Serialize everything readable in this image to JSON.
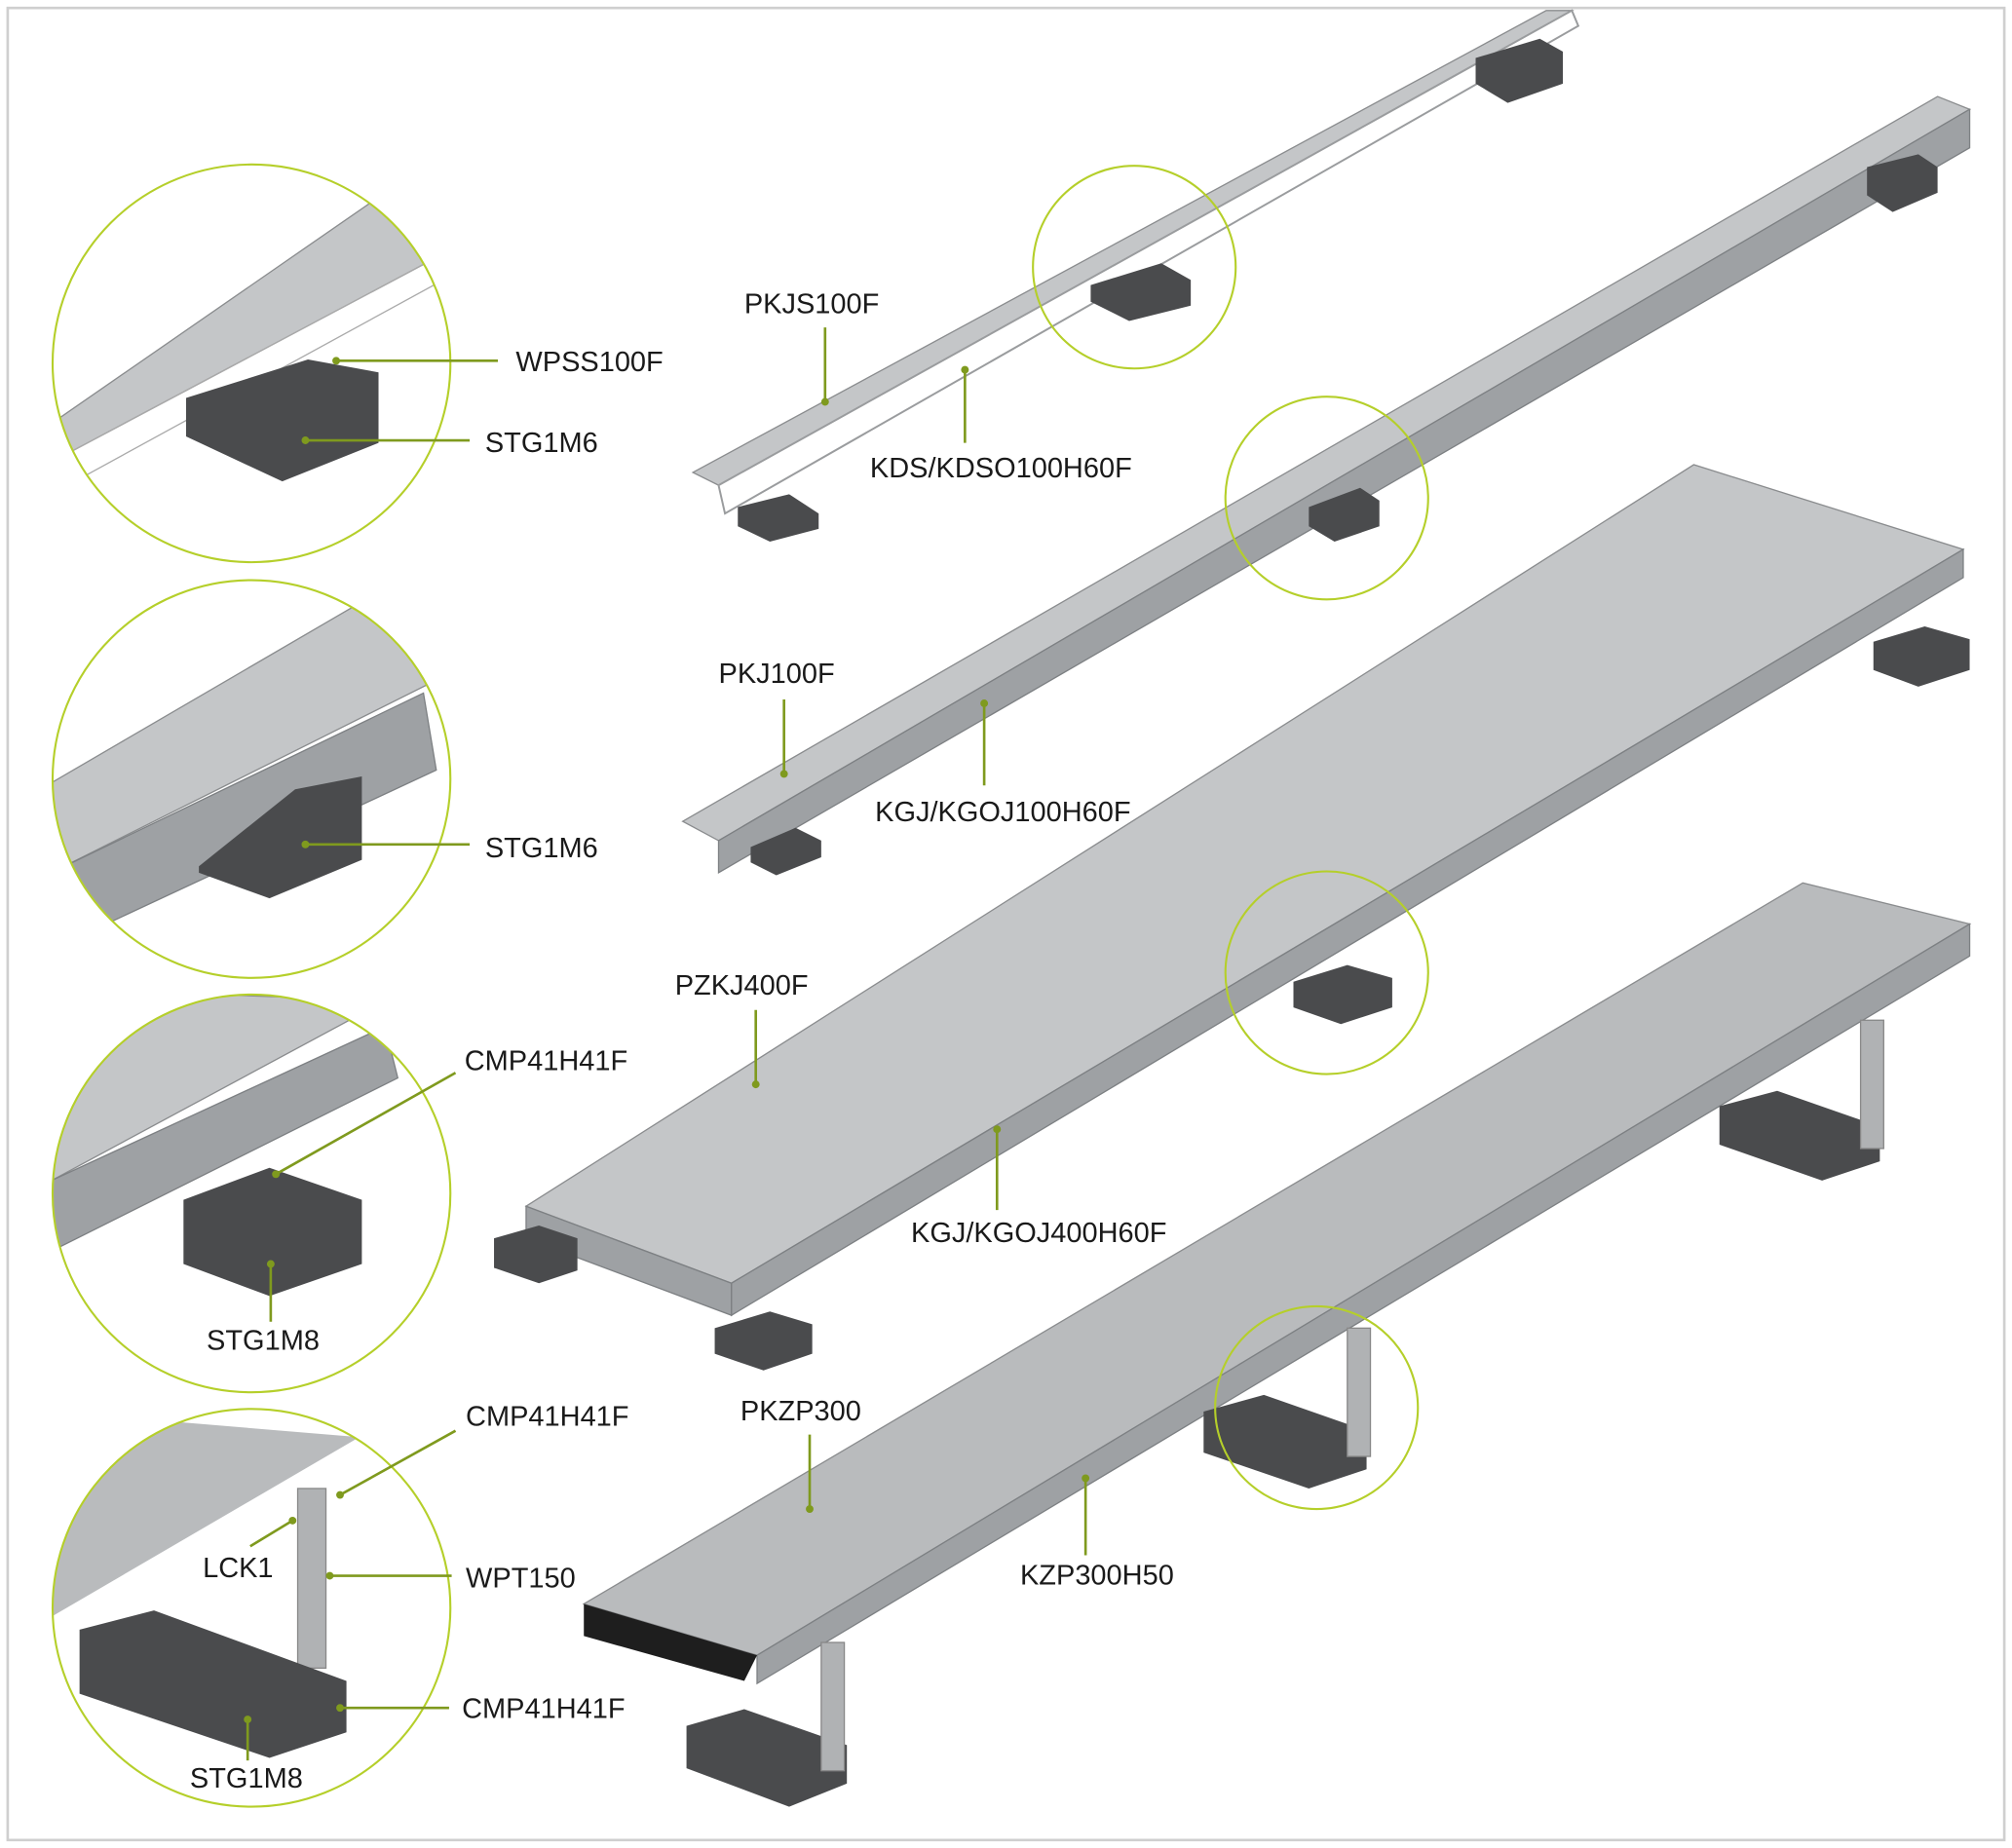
{
  "colors": {
    "accent_ring": "#b5cf2a",
    "leader": "#7f9a1e",
    "block": "#4a4b4d",
    "tray": "#c4c6c8"
  },
  "labels": {
    "pkjs100f": "PKJS100F",
    "kds": "KDS/KDSO100H60F",
    "wpss100f": "WPSS100F",
    "stg1m6_a": "STG1M6",
    "pkj100f": "PKJ100F",
    "kgj100": "KGJ/KGOJ100H60F",
    "stg1m6_b": "STG1M6",
    "pzkj400f": "PZKJ400F",
    "kgj400": "KGJ/KGOJ400H60F",
    "cmp_a": "CMP41H41F",
    "stg1m8_a": "STG1M8",
    "cmp_b": "CMP41H41F",
    "lck1": "LCK1",
    "wpt150": "WPT150",
    "cmp_c": "CMP41H41F",
    "stg1m8_b": "STG1M8",
    "pkzp300": "PKZP300",
    "kzp300h50": "KZP300H50"
  }
}
